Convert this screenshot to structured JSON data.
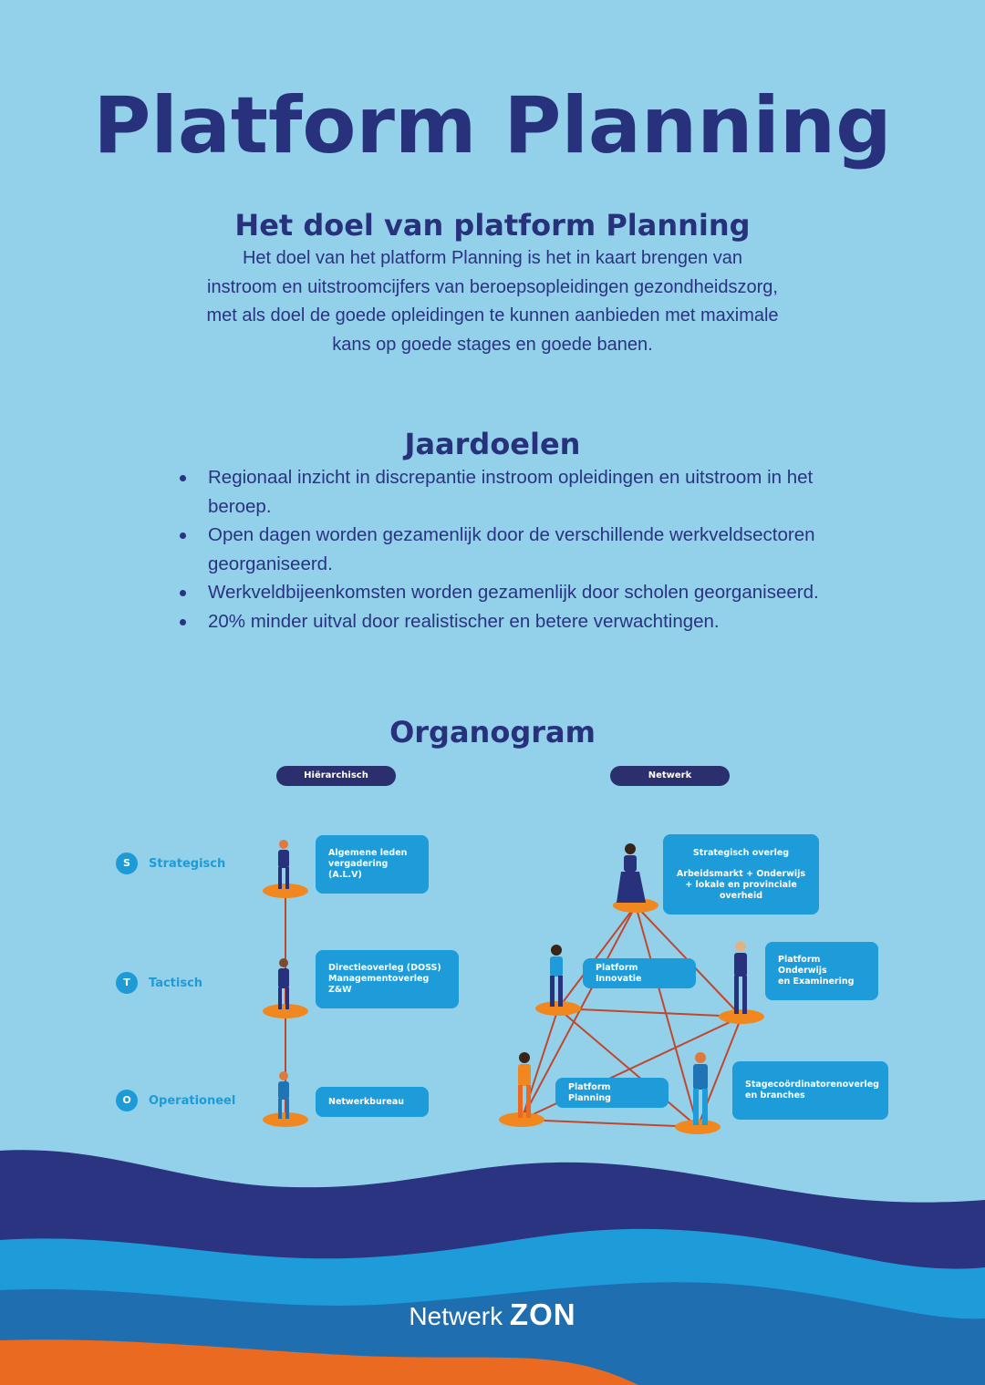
{
  "title": "Platform Planning",
  "doel": {
    "heading": "Het doel van platform Planning",
    "text": "Het doel van het platform Planning is het in kaart brengen van instroom en uitstroomcijfers van beroepsopleidingen gezondheidszorg, met als doel de goede opleidingen te kunnen aanbieden met maximale kans op goede stages en goede banen."
  },
  "jaardoelen": {
    "heading": "Jaardoelen",
    "items": [
      "Regionaal inzicht in discrepantie instroom opleidingen en uitstroom in het beroep.",
      "Open dagen worden gezamenlijk door de verschillende werkveldsectoren  georganiseerd.",
      "Werkveldbijeenkomsten worden gezamenlijk door scholen georganiseerd.",
      "20% minder uitval door realistischer en betere verwachtingen."
    ]
  },
  "organogram": {
    "heading": "Organogram",
    "hierarchisch_label": "Hiërarchisch",
    "netwerk_label": "Netwerk",
    "levels": [
      {
        "letter": "S",
        "label": "Strategisch"
      },
      {
        "letter": "T",
        "label": "Tactisch"
      },
      {
        "letter": "O",
        "label": "Operationeel"
      }
    ],
    "hierarchy_bubbles": {
      "alv_1": "Algemene leden",
      "alv_2": "vergadering (A.L.V)",
      "directie_1": "Directieoverleg (DOSS)",
      "directie_2": "Managementoverleg Z&W",
      "netwerkbureau": "Netwerkbureau"
    },
    "network_bubbles": {
      "strategisch_1": "Strategisch overleg",
      "strategisch_2": "Arbeidsmarkt + Onderwijs",
      "strategisch_3": "+ lokale en provinciale",
      "strategisch_4": "overheid",
      "innovatie": "Platform Innovatie",
      "onderwijs_1": "Platform Onderwijs",
      "onderwijs_2": "en Examinering",
      "planning": "Platform Planning",
      "stage_1": "Stagecoördinatorenoverleg",
      "stage_2": "en branches"
    }
  },
  "footer": {
    "brand_prefix": "Netwerk",
    "brand_name": "ZON"
  },
  "colors": {
    "background": "#93d1ea",
    "navy": "#28317b",
    "accent_blue": "#1d9cd9",
    "orange": "#f0881f",
    "wave_dark": "#2b3480",
    "wave_mid": "#1f74b5",
    "wave_orange": "#ea6a21"
  }
}
